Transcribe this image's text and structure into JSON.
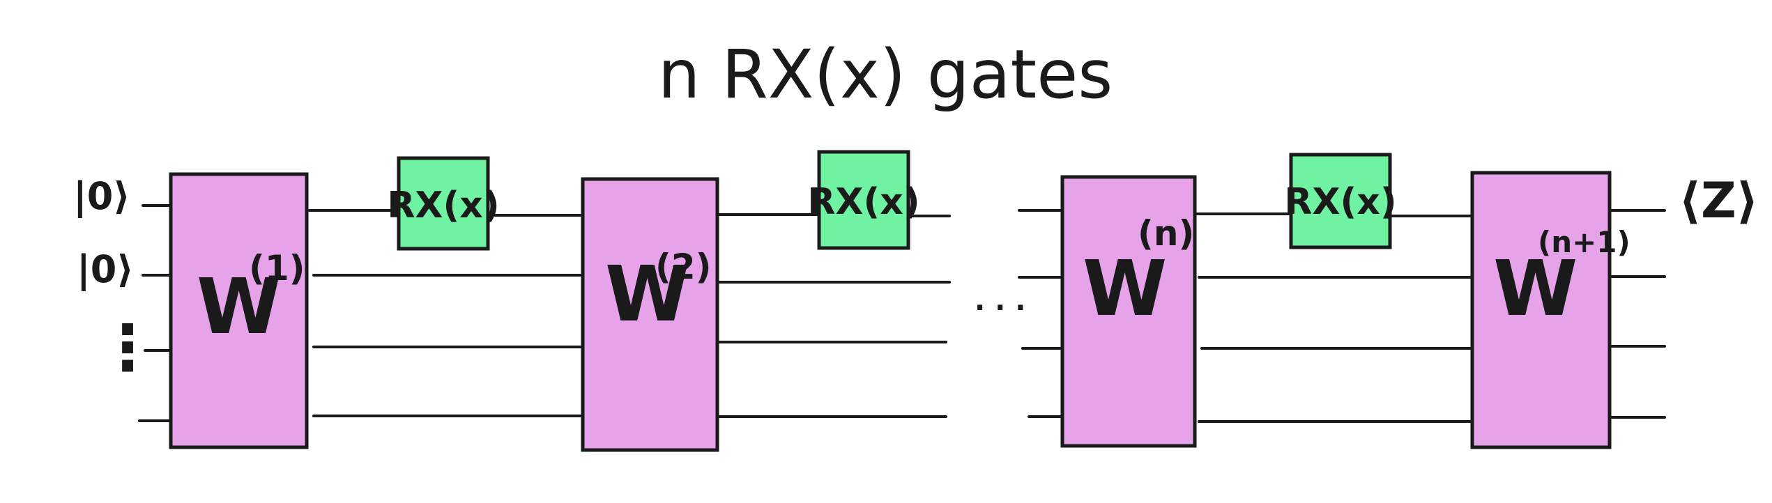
{
  "title": "n RX(x) gates",
  "colors": {
    "w_block": "#e6a3e9",
    "rx_block": "#6ff3a3",
    "ink": "#1a1a1a"
  },
  "input_states": [
    "|0⟩",
    "|0⟩"
  ],
  "input_ellipsis": "⋮",
  "mid_ellipsis": "· · ·",
  "measurement": "⟨Z⟩",
  "blocks": {
    "w1": {
      "base": "W",
      "sup": "(1)"
    },
    "w2": {
      "base": "W",
      "sup": "(2)"
    },
    "wn": {
      "base": "W",
      "sup": "(n)"
    },
    "wn1": {
      "base": "W",
      "sup": "(n+1)"
    }
  },
  "rx_label": "RX(x)"
}
